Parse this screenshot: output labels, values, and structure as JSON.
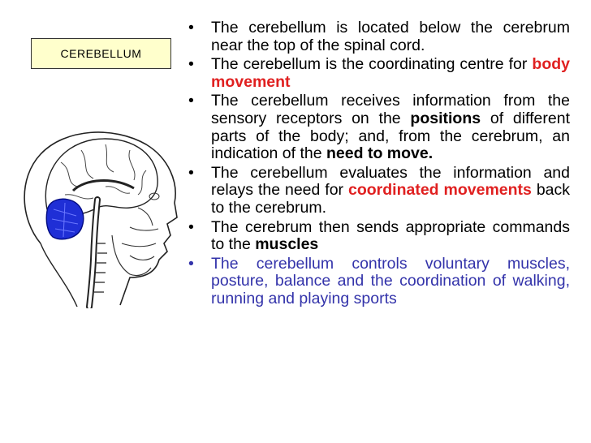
{
  "title_box": {
    "label": "CEREBELLUM"
  },
  "bullet_symbol": "•",
  "bullets": [
    {
      "parts": [
        "The cerebellum is located below the cerebrum near the top of the spinal cord."
      ]
    },
    {
      "parts": [
        "The cerebellum is the coordinating centre for ",
        "body movement"
      ]
    },
    {
      "parts": [
        "The cerebellum receives information from the sensory receptors on the ",
        "positions",
        " of different parts of the body; and, from the cerebrum, an indication of the ",
        "need to move."
      ]
    },
    {
      "parts": [
        "The cerebellum evaluates the information and relays the need for ",
        "coordinated movements",
        " back to the cerebrum."
      ]
    },
    {
      "parts": [
        "The cerebrum then sends appropriate commands to the ",
        "muscles"
      ]
    },
    {
      "parts": [
        "The cerebellum controls voluntary muscles, posture, balance and the coordination of walking, running and playing sports"
      ]
    }
  ],
  "colors": {
    "emphasis_red": "#e02020",
    "last_bullet_blue": "#3333aa",
    "cerebellum_fill": "#1f2fd6",
    "title_box_fill": "#ffffcc"
  },
  "figure": {
    "icon": "head-brain-cross-section-illustration"
  }
}
